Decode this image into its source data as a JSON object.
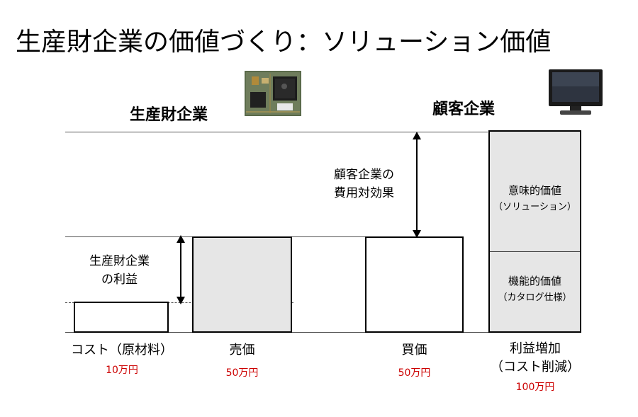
{
  "title": "生産財企業の価値づくり：ソリューション価値",
  "producer": {
    "header": "生産財企業"
  },
  "customer": {
    "header": "顧客企業"
  },
  "annotations": {
    "profit_line1": "生産財企業",
    "profit_line2": "の利益",
    "cost_eff_line1": "顧客企業の",
    "cost_eff_line2": "費用対効果"
  },
  "bars": {
    "cost": {
      "label": "コスト（原材料）",
      "value": "10万円"
    },
    "sell": {
      "label": "売価",
      "value": "50万円"
    },
    "buy": {
      "label": "買価",
      "value": "50万円"
    },
    "benefit": {
      "label_line1": "利益増加",
      "label_line2": "（コスト削減）",
      "value": "100万円"
    }
  },
  "value_stack": {
    "semantic_line1": "意味的価値",
    "semantic_line2": "（ソリューション）",
    "functional_line1": "機能的価値",
    "functional_line2": "（カタログ仕様）"
  },
  "images": {
    "chip": "circuit-board-icon",
    "tv": "flat-tv-icon"
  }
}
